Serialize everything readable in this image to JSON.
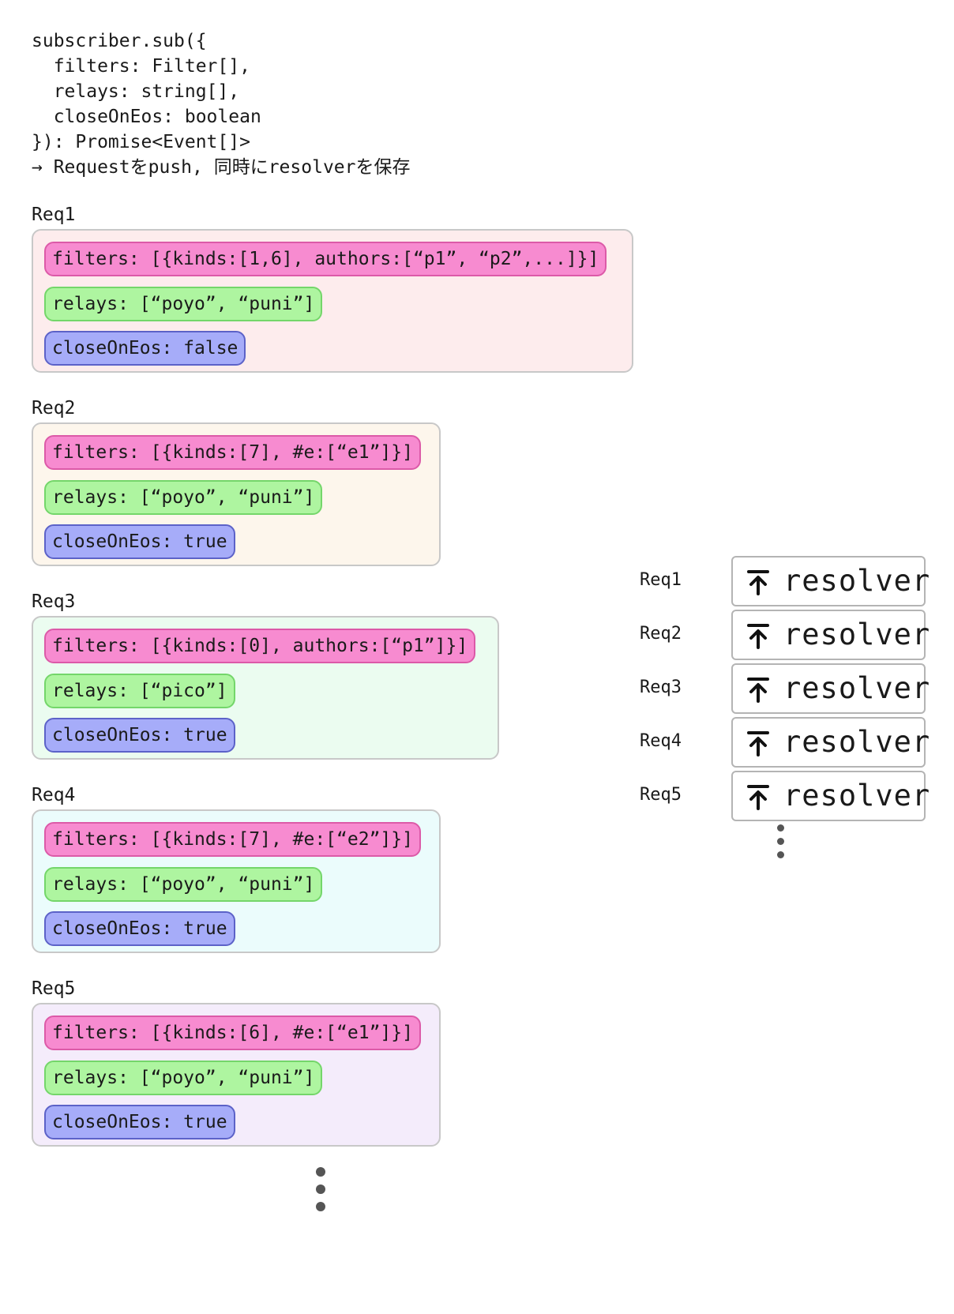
{
  "code": {
    "lines": [
      "subscriber.sub({",
      "  filters: Filter[],",
      "  relays: string[],",
      "  closeOnEos: boolean",
      "}): Promise<Event[]>",
      "→ Requestをpush, 同時にresolverを保存"
    ]
  },
  "requests": [
    {
      "label": "Req1",
      "filters": "filters: [{kinds:[1,6], authors:[“p1”, “p2”,...]}]",
      "relays": "relays: [“poyo”, “puni”]",
      "closeOnEos": "closeOnEos: false",
      "bg_color": "#fdeced"
    },
    {
      "label": "Req2",
      "filters": "filters: [{kinds:[7], #e:[“e1”]}]",
      "relays": "relays: [“poyo”, “puni”]",
      "closeOnEos": "closeOnEos: true",
      "bg_color": "#fdf6ec"
    },
    {
      "label": "Req3",
      "filters": "filters: [{kinds:[0], authors:[“p1”]}]",
      "relays": "relays: [“pico”]",
      "closeOnEos": "closeOnEos: true",
      "bg_color": "#ebfcf0"
    },
    {
      "label": "Req4",
      "filters": "filters: [{kinds:[7], #e:[“e2”]}]",
      "relays": "relays: [“poyo”, “puni”]",
      "closeOnEos": "closeOnEos: true",
      "bg_color": "#ebfcfc"
    },
    {
      "label": "Req5",
      "filters": "filters: [{kinds:[6], #e:[“e1”]}]",
      "relays": "relays: [“poyo”, “puni”]",
      "closeOnEos": "closeOnEos: true",
      "bg_color": "#f4ecfb"
    }
  ],
  "resolvers": [
    {
      "label": "Req1",
      "text": "resolver",
      "icon": "arrow-up-to-bar-icon"
    },
    {
      "label": "Req2",
      "text": "resolver",
      "icon": "arrow-up-to-bar-icon"
    },
    {
      "label": "Req3",
      "text": "resolver",
      "icon": "arrow-up-to-bar-icon"
    },
    {
      "label": "Req4",
      "text": "resolver",
      "icon": "arrow-up-to-bar-icon"
    },
    {
      "label": "Req5",
      "text": "resolver",
      "icon": "arrow-up-to-bar-icon"
    }
  ],
  "colors": {
    "filters_fill": "#f78bd0",
    "relays_fill": "#aef5a0",
    "close_fill": "#a6acf9"
  }
}
